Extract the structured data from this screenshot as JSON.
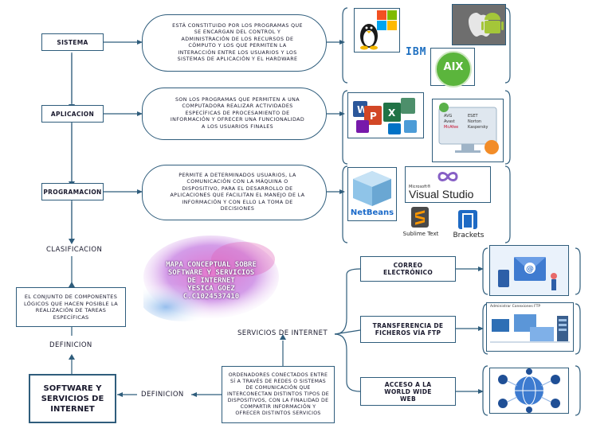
{
  "nodes": {
    "sistema": "SISTEMA",
    "aplicacion": "APLICACION",
    "programacion": "PROGRAMACION",
    "clasificacion": "CLASIFICACION",
    "definicion_left": "DEFINICION",
    "definicion_bottom": "DEFINICION",
    "root": "SOFTWARE Y SERVICIOS DE INTERNET",
    "servicios": "SERVICIOS DE INTERNET",
    "correo": "CORREO ELECTRÓNICO",
    "ftp": "TRANSFERENCIA DE FICHEROS VÍA FTP",
    "www": "ACCESO A LA WORLD WIDE WEB"
  },
  "descriptions": {
    "sistema": "ESTÁ CONSTITUIDO POR LOS PROGRAMAS QUE SE ENCARGAN DEL CONTROL Y ADMINISTRACIÓN DE LOS RECURSOS DE CÓMPUTO Y LOS QUE PERMITEN LA INTERACCIÓN ENTRE LOS USUARIOS Y LOS SISTEMAS DE APLICACIÓN Y EL HARDWARE",
    "aplicacion": "SON LOS PROGRAMAS QUE PERMITEN A UNA COMPUTADORA REALIZAR ACTIVIDADES ESPECÍFICAS DE PROCESAMIENTO DE INFORMACIÓN Y OFRECER UNA FUNCIONALIDAD A LOS USUARIOS FINALES",
    "programacion": "PERMITE A DETERMINADOS USUARIOS, LA COMUNICACIÓN CON LA MÁQUINA O DISPOSITIVO, PARA EL DESARROLLO DE APLICACIONES QUE FACILITAN EL MANEJO DE LA INFORMACIÓN Y CON ELLO LA TOMA DE DECISIONES",
    "software": "EL CONJUNTO DE COMPONENTES LÓGICOS QUE HACEN POSIBLE LA REALIZACIÓN DE TAREAS ESPECÍFICAS",
    "servicios": "ORDENADORES CONECTADOS ENTRE SÍ A TRAVÉS DE REDES O SISTEMAS DE COMUNICACIÓN QUE INTERCONECTAN DISTINTOS TIPOS DE DISPOSITIVOS, CON LA FINALIDAD DE COMPARTIR INFORMACIÓN Y OFRECER DISTINTOS SERVICIOS"
  },
  "title_splash": {
    "line1": "MAPA CONCEPTUAL SOBRE",
    "line2": "SOFTWARE Y SERVICIOS",
    "line3": "DE INTERNET",
    "line4": "YESICA GOEZ",
    "line5": "C.C1024537410"
  },
  "logos": {
    "ibm": "IBM",
    "aix": "AIX",
    "netbeans": "NetBeans",
    "visual_studio_small": "Microsoft®",
    "visual_studio": "Visual Studio",
    "sublime": "Sublime Text",
    "brackets": "Brackets",
    "ftp_window": "Administrar Conexiones FTP",
    "antivirus": [
      "AVG",
      "ESET",
      "Avast",
      "Norton",
      "McAfee",
      "Kaspersky"
    ]
  },
  "colors": {
    "line": "#2f5d7c",
    "accent": "#c04a9a"
  }
}
